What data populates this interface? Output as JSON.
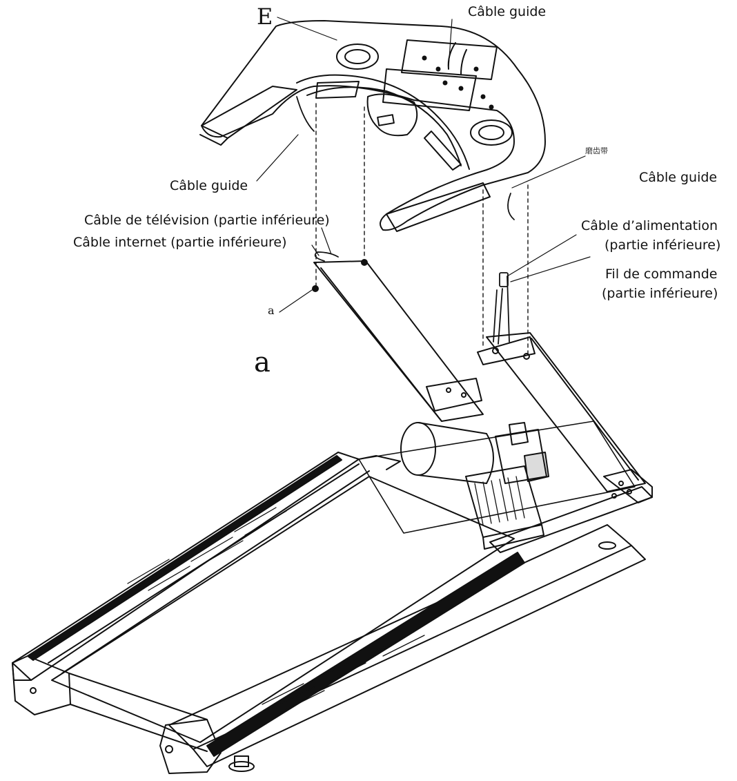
{
  "callouts": {
    "E": "E",
    "cable_guide_top": "Câble guide",
    "cable_guide_left": "Câble guide",
    "cable_guide_right": "Câble guide",
    "cjk_label": "磨齿带",
    "tv_cable": "Câble de télévision (partie inférieure)",
    "internet_cable": "Câble internet (partie inférieure)",
    "power_cable_line1": "Câble d’alimentation",
    "power_cable_line2": "(partie inférieure)",
    "control_wire_line1": "Fil de commande",
    "control_wire_line2": "(partie inférieure)",
    "part_a_small": "a",
    "part_a_large": "a"
  }
}
